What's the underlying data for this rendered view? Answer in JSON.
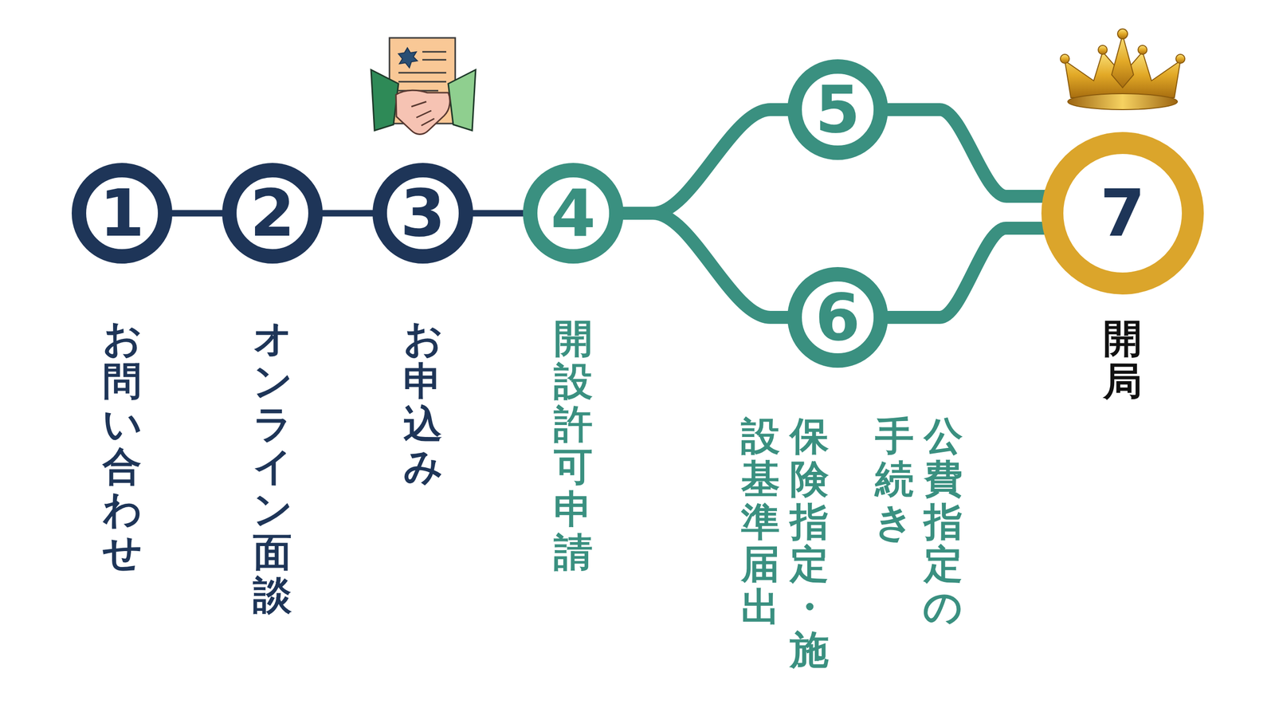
{
  "diagram": {
    "nodes": [
      {
        "text": [
          "1",
          "お問い合わせ"
        ]
      },
      {
        "text": [
          "2",
          "オンライン面談"
        ]
      },
      {
        "text": [
          "3",
          "お申込み"
        ]
      },
      {
        "text": [
          "4",
          "開設許可申請"
        ]
      },
      {
        "text": [
          "5",
          "保険指定・施設基準届出"
        ]
      },
      {
        "text": [
          "6",
          "公費指定の手続き"
        ]
      },
      {
        "text": [
          "7",
          "開局"
        ]
      }
    ],
    "edges": [
      {
        "from": 0,
        "to": 1,
        "arrow": "none"
      },
      {
        "from": 1,
        "to": 2,
        "arrow": "none"
      },
      {
        "from": 2,
        "to": 3,
        "arrow": "none"
      },
      {
        "from": 3,
        "to": 4,
        "arrow": "none"
      },
      {
        "from": 3,
        "to": 5,
        "arrow": "none"
      },
      {
        "from": 4,
        "to": 6,
        "arrow": "none"
      },
      {
        "from": 5,
        "to": 6,
        "arrow": "none"
      }
    ]
  }
}
